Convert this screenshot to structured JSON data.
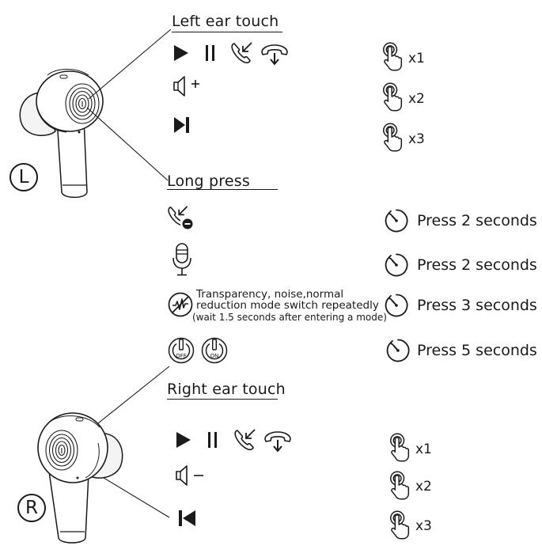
{
  "left_section": {
    "badge": "L",
    "header": "Left ear touch",
    "rows": [
      {
        "icons": [
          "play-icon",
          "pause-icon",
          "answer-call-icon",
          "hang-up-call-icon"
        ],
        "count": "x1"
      },
      {
        "icons": [
          "volume-up-icon"
        ],
        "count": "x2"
      },
      {
        "icons": [
          "next-track-icon"
        ],
        "count": "x3"
      }
    ]
  },
  "long_press_section": {
    "header": "Long press",
    "rows": [
      {
        "icons": [
          "reject-call-icon"
        ],
        "duration": "Press 2 seconds"
      },
      {
        "icons": [
          "voice-assistant-mic-icon"
        ],
        "duration": "Press 2 seconds"
      },
      {
        "icons": [
          "noise-mode-icon"
        ],
        "note_line1": "Transparency, noise,normal",
        "note_line2": "reduction mode switch repeatedly",
        "note_line3": "(wait 1.5 seconds after entering a mode)",
        "duration": "Press 3 seconds"
      },
      {
        "icons": [
          "power-off-icon",
          "power-on-icon"
        ],
        "power_off_label": "OFF",
        "power_on_label": "ON",
        "duration": "Press 5 seconds"
      }
    ]
  },
  "right_section": {
    "badge": "R",
    "header": "Right ear touch",
    "rows": [
      {
        "icons": [
          "play-icon",
          "pause-icon",
          "answer-call-icon",
          "hang-up-call-icon"
        ],
        "count": "x1"
      },
      {
        "icons": [
          "volume-down-icon"
        ],
        "count": "x2"
      },
      {
        "icons": [
          "previous-track-icon"
        ],
        "count": "x3"
      }
    ]
  },
  "colors": {
    "ink": "#1a1a1a",
    "earbud_fill": "#ffffff",
    "earbud_tip": "#f2f2f2"
  }
}
